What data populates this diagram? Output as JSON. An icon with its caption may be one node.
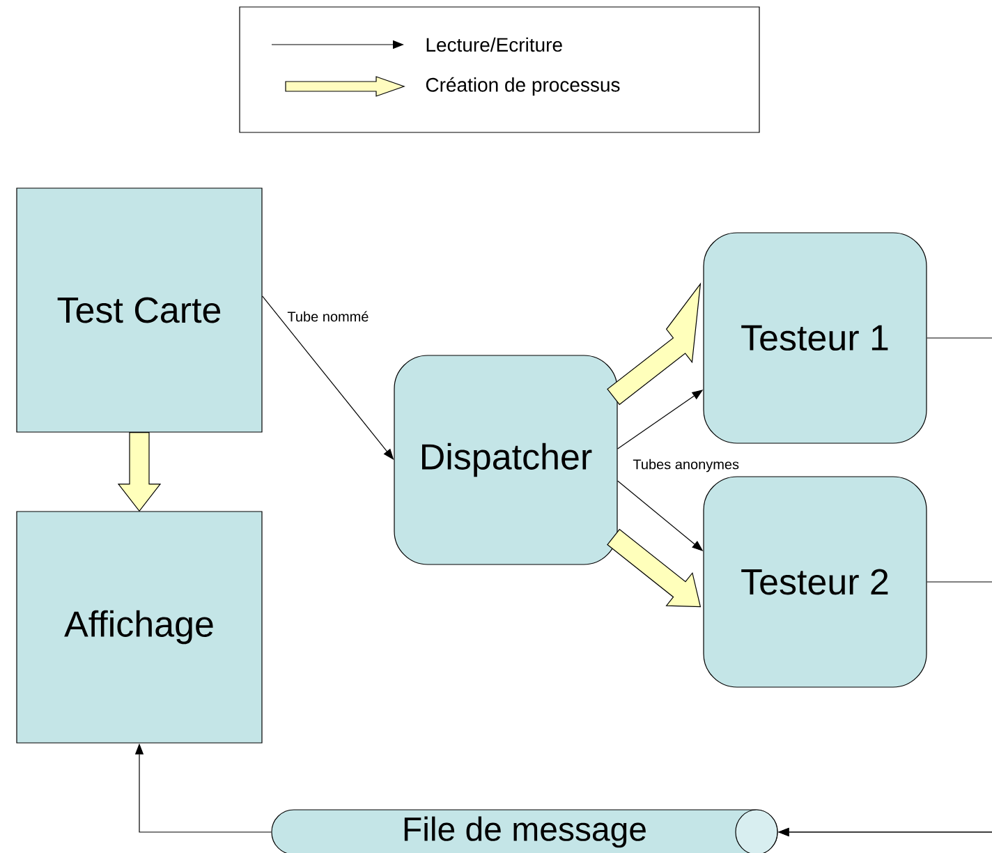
{
  "diagram": {
    "nodes": [
      {
        "text": [
          "Test Carte"
        ]
      },
      {
        "text": [
          "Affichage"
        ]
      },
      {
        "text": [
          "Dispatcher"
        ]
      },
      {
        "text": [
          "Testeur 1"
        ]
      },
      {
        "text": [
          "Testeur 2"
        ]
      },
      {
        "text": [
          "File de message"
        ]
      }
    ],
    "edges": [
      {
        "from": 0,
        "to": 2,
        "arrow": "to",
        "label": "Tube nommé"
      },
      {
        "from": 2,
        "to": 3,
        "arrow": "to"
      },
      {
        "from": 2,
        "to": 4,
        "arrow": "to"
      },
      {
        "from": 3,
        "to": 5,
        "arrow": "to"
      },
      {
        "from": 4,
        "to": 5,
        "arrow": "to"
      },
      {
        "from": 5,
        "to": 1,
        "arrow": "to"
      },
      {
        "from": 0,
        "to": 1,
        "arrow": "to",
        "style": "thick",
        "color": "#ffffbb"
      },
      {
        "from": 2,
        "to": 3,
        "arrow": "to",
        "style": "thick",
        "color": "#ffffbb"
      },
      {
        "from": 2,
        "to": 4,
        "arrow": "to",
        "style": "thick",
        "color": "#ffffbb"
      }
    ],
    "labels": [
      "Tubes anonymes"
    ],
    "legend": [
      {
        "text": "Lecture/Ecriture"
      },
      {
        "text": "Création de processus"
      }
    ]
  }
}
